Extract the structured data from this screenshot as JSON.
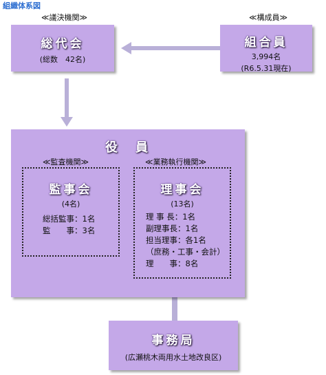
{
  "title": "組織体系図",
  "labels": {
    "decision": "≪議決機関≫",
    "members_section": "≪構成員≫",
    "audit": "≪監査機関≫",
    "executive": "≪業務執行機関≫"
  },
  "general_meeting": {
    "title": "総代会",
    "sub": "(総数　42名)"
  },
  "members": {
    "title": "組合員",
    "count": "3,994名",
    "date": "(R6.5.31現在)"
  },
  "officers": {
    "title": "役　員"
  },
  "audit_board": {
    "title": "監事会",
    "count": "(4名)",
    "lines": [
      "総括監事：1名",
      "監　　事：3名"
    ]
  },
  "board": {
    "title": "理事会",
    "count": "(13名)",
    "lines": [
      "理 事 長：1名",
      "副理事長：1名",
      "担当理事：各1名",
      "（庶務・工事・会計）",
      "理　　事：8名"
    ]
  },
  "office": {
    "title": "事務局",
    "sub": "(広瀬桃木両用水土地改良区)"
  },
  "colors": {
    "box": "#c4a8e8",
    "arrow": "#b9b0d8",
    "title_link": "#2e6fd1"
  }
}
